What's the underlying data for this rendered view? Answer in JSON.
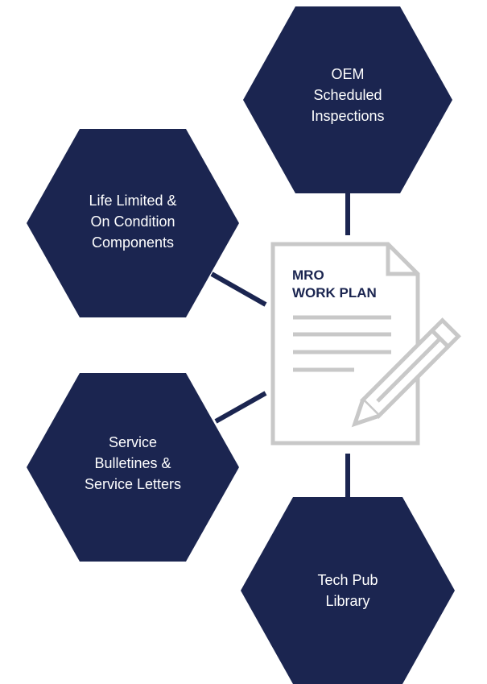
{
  "colors": {
    "hexagon_fill": "#1b2550",
    "connector": "#1b2550",
    "document_stroke": "#c8c8c8",
    "label_text": "#ffffff",
    "title_text": "#1b2550"
  },
  "nodes": {
    "oem": {
      "label": "OEM\nScheduled\nInspections"
    },
    "life_limited": {
      "label": "Life Limited &\nOn Condition\nComponents"
    },
    "service_bulletins": {
      "label": "Service\nBulletines &\nService Letters"
    },
    "tech_pub": {
      "label": "Tech Pub\nLibrary"
    }
  },
  "center": {
    "title": "MRO\nWORK PLAN",
    "icon": "document-with-pencil-icon"
  }
}
